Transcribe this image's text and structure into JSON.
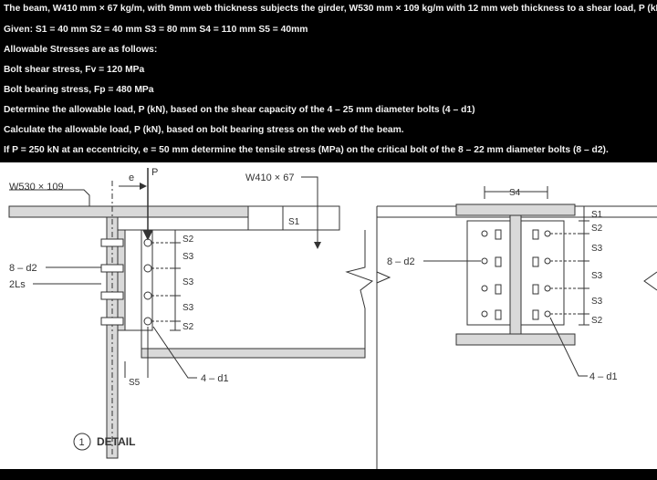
{
  "problem": {
    "line1": "The beam, W410 mm × 67 kg/m, with 9mm web thickness subjects the girder, W530 mm × 109 kg/m with 12 mm web thickness to a shear load, P (kN). T",
    "line2": "Given: S1 = 40 mm S2 = 40 mm S3 = 80 mm S4 = 110 mm S5 = 40mm",
    "line3": "Allowable Stresses are as follows:",
    "line4": "Bolt shear stress, Fv = 120 MPa",
    "line5": "Bolt bearing stress, Fp = 480 MPa",
    "line6": "Determine the allowable load, P (kN), based on the shear capacity of the 4 – 25 mm diameter bolts (4 – d1)",
    "line7": "Calculate the allowable load, P (kN), based on bolt bearing stress on the web of the beam.",
    "line8": "If P = 250 kN at an eccentricity, e = 50 mm determine the tensile stress (MPa) on the critical bolt of the 8 – 22 mm diameter bolts (8 – d2)."
  },
  "diagram": {
    "girder_label": "W530 × 109",
    "beam_label": "W410 × 67",
    "e_label": "e",
    "p_label": "P",
    "s1": "S1",
    "s2": "S2",
    "s3": "S3",
    "s4": "S4",
    "s5": "S5",
    "d2_label": "8 – d2",
    "angles_label": "2Ls",
    "d1_label": "4 – d1",
    "detail_number": "1",
    "detail_label": "DETAIL"
  },
  "colors": {
    "background": "#000000",
    "question_text": "#f2f2f2",
    "diagram_bg": "#ffffff",
    "steel_fill": "#d9d9d9",
    "line": "#333333"
  }
}
